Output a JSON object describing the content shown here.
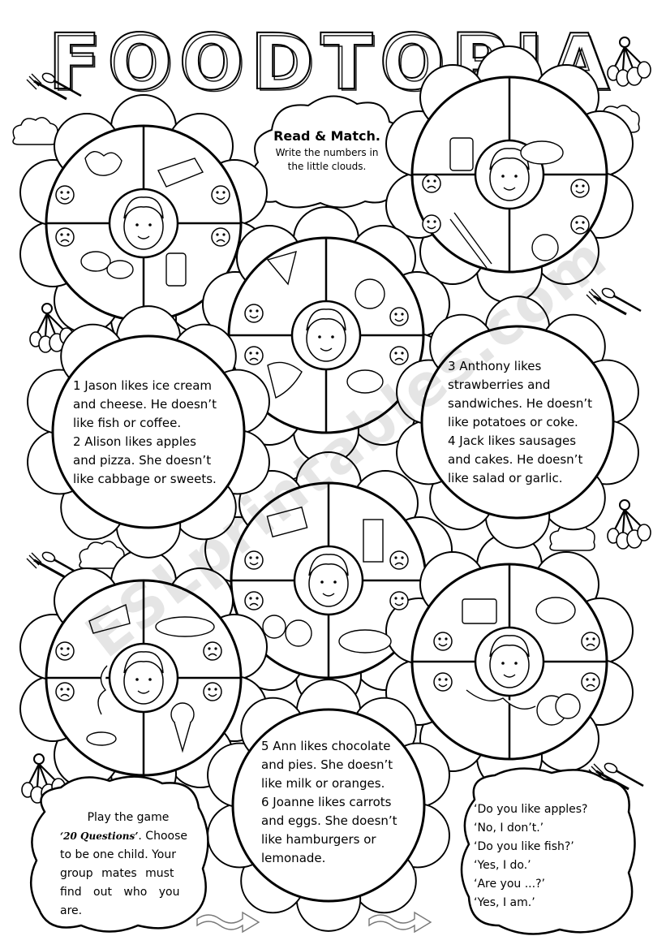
{
  "title": "FOODTOPIA",
  "instructions": {
    "heading": "Read & Match",
    "heading_suffix": ".",
    "line1": "Write the numbers in",
    "line2": "the little clouds."
  },
  "clue_box_a": {
    "lines": [
      "1 Jason likes ice cream",
      "and cheese. He doesn’t",
      "like fish or coffee.",
      "2 Alison likes apples",
      "and pizza. She doesn’t",
      "like cabbage or sweets."
    ]
  },
  "clue_box_b": {
    "lines": [
      "3 Anthony likes",
      "strawberries and",
      "sandwiches. He doesn’t",
      "like potatoes or coke.",
      "4 Jack likes sausages",
      "and cakes. He doesn’t",
      "like salad or garlic."
    ]
  },
  "clue_box_c": {
    "lines": [
      "5 Ann likes chocolate",
      "and pies. She doesn’t",
      "like milk or oranges.",
      "6 Joanne likes carrots",
      "and eggs. She doesn’t",
      "like hamburgers or",
      "lemonade."
    ]
  },
  "game_box": {
    "line1": "Play the game",
    "line2a": "‘20 Questions’",
    "line2b": ". Choose",
    "line3": "to be one child. Your",
    "line4": "group mates must",
    "line5": "find out who you",
    "line6": "are."
  },
  "dialogue_box": {
    "lines": [
      "‘Do you like apples?",
      "‘No, I don’t.’",
      "‘Do you like fish?’",
      "‘Yes, I do.’",
      "‘Are you ...?’",
      "‘Yes, I am.’"
    ]
  },
  "watermark": "ESLprintables.com",
  "icons": [
    "smiley-happy-icon",
    "smiley-sad-icon",
    "fork-spoon-icon",
    "measuring-spoons-icon",
    "arrow-right-icon",
    "cloud-icon"
  ]
}
